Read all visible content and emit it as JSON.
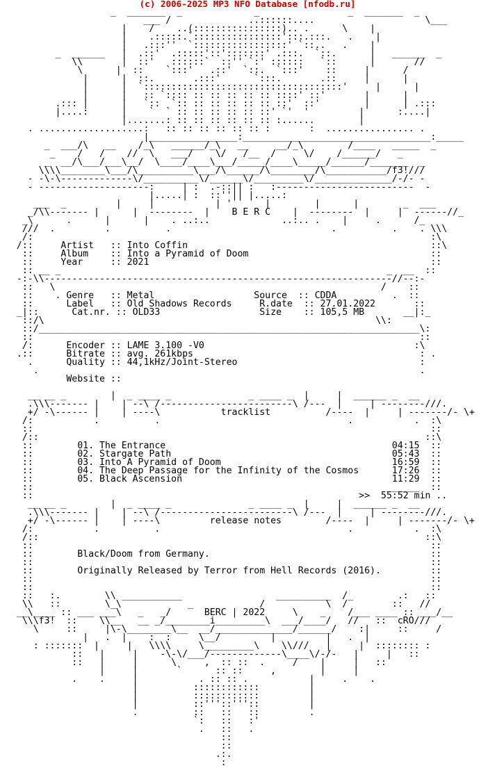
{
  "header": {
    "credit": "(c) 2006-2025 MP3 NFO Database [nfodb.ru]",
    "credit_color": "#cc0000"
  },
  "nfo": {
    "text_color": "#000000",
    "background": "#ffffff",
    "lines": [
      "                   _  _______  _             _                _  _______  _",
      "                         ___ /              ..::::::....                    \\___",
      "                     |    /    ..(::::::::::::::::).. .      \\    |",
      "                     |    .:::::.`::::::::::::::::':::.:::.   .    |",
      "                     |   .:::''  `:::::::::::::::::' `::..   .    |",
      "         _  ______   |  .::'  .:::::'::':::::::' .:::.  `::.      |   ______  _",
      "            \\\\       |  ::'   ::::::`  ::'' `:' ::::::   `::      |       //",
      "             \\      |  ::    `:::'   .::'  `::.  `:::'    ::     |      /",
      "              |      |  ::.       .:::'      `:::.       .::     |      |",
      "              |      |  `::::::::::::::::::::::::::::::::::::'     |      |",
      "              |      |   :: `:::: :: :: :: :: :: ::::' ::'       |      |",
      "         .::: |      |   `::  `:: :: :: :: :: :: ::'  ::'        |      | .:::",
      "         |....:      |    `  ` :: :: :: :: :: ::' `'  '         |      :....|",
      "                     |.......: :: :: :: :: :: :: :......        |",
      "    . ...................:   :: :: :: :: :: :: :       :  ................ .",
      "                         |________________:__________________________________:_____",
      "       _  ___/\\   __    /_\\   ______/_\\   __     __/_\\        /____   _____  _",
      "        _    /   /    //  \\   ___/    \\/   /__  /     \\/    /______/   _",
      "       _  __/\\___/___\\__/  \\____/____\\___/_____/____\\_____/______/_______  _",
      "      \\\\\\\\________\\___/\\__________\\___/\\______/\\________/\\___________/f3!///",
      "    - -\\-\\-------------\\/__________\\/______\\/_________\\/______________/-/- -",
      "    - --------------------:     | :  .-::|| :   :-------------------------  -",
      "                          |.....| :  ::''|| |.....:",
      "     ___  _         |     |           | '      |        |      |        _  ___",
      "    _/\\\\------- |      |  --------  |    B E R C    |  --------  |     |  ------//_",
      "   _\\      .      |      |    . ..:..             ..:.. .    |     .      /_",
      "   ///  .         .          .                             .          .    . \\\\\\",
      "   /:                                                                        :\\",
      "  /::     Artist   :: Into Coffin                                            ::\\",
      "   ::     Album    :: Into a Pyramid of Doom                                 ::",
      "   ::     Year     :: 2021                                                   ::",
      "   :: __ _                                                           _  __  ::",
      "  -:-\\\\---------------------------------------------------------------//--:-",
      "   ::   \\                                                           /    ::",
      "   ::    . Genre   :: Metal                  Source  :: CDDA          .  ::",
      "   ::      Label   :: Old Shadows Records     R.date  :: 27.01.2022       ::",
      "  _|::      Cat.nr. :: OLD33                  Size    :: 105,5 MB       __|:_",
      "   ::/\\                                                            \\\\:",
      "   ::/_____________________________________________________________________\\:",
      "   ::                                                                      ::",
      "   /:      Encoder :: LAME 3.100 -V0                                      :\\",
      "  .::      Bitrate :: avg. 261kbps                                         : .",
      "    .      Quality :: 44,1kHz/Joint-Stereo                                 :",
      "     .                                                                     .",
      "           Website ::",
      "",
      "    __ __ _        |  _ ____ _              _ ____ _  |     |  ______ _  __",
      "    .\\\\\\------- |    | --\\ /------------------------\\ /---  |     | --------///.",
      "    +/ -\\------ |    | ----\\           tracklist          /----  |     | -------/- \\+",
      "   /:           .          .                                  .           .  :\\",
      "   ::                                                                        ::",
      "   /::                                                                      ::\\",
      "   ::        01. The Entrance                                         04:15  ::",
      "   ::        02. Stargate Path                                        05:43  ::",
      "   ::        03. Into A Pyramid of Doom                               16:59  ::",
      "   ::        04. The Deep Passage for the Infinity of the Cosmos      17:26  ::",
      "   ::        05. Black Ascension                                      11:29  ::",
      "   ::                                                                ______  ::",
      "   ::                                                           >>  55:52 min ..",
      "    __ __ _        |  _ ____ _              _ ____ _  |     |  ______ _  __",
      "    .\\\\\\------- |    | --\\ /------------------------\\ /---  |     | --------///.",
      "    +/ -\\------ |    | ----\\         release notes        /----  |     | -------/- \\+",
      "   /:           .          .                                  .           .  :\\",
      "   /::                                                                      ::\\",
      "   ::                                                                        ::",
      "   ::        Black/Doom from Germany.                                        ::",
      "   ::                                                                        ::",
      "   ::        Originally Released by Terror from Hell Records (2016).         ::",
      "   ::                                                                        ::",
      "   ::                                                                        ::",
      "   ::   :.        \\\\ ___________                 __________  /_        .:   ::",
      "   \\\\   ::        \\_\\            _            /           \\  /        ::   //",
      "  __\\____ :: ___ ___\\   _   _/      BERC | 2022     \\    _    /___ ____ :: ___/__",
      "   \\\\\\f3!  ::    \\\\__   __ _/________i_________\\  ___/____/   //   ::  cRO///",
      "     \\     ::     |\\-\\________\\__  __/______________/______/    :|     ::     /",
      "              |   .  |    :  :     \\__/         |         |   .  |",
      "     : :::::::  |     |   \\\\\\\\     \\_________\\    \\\\///   |     |  :::::::: :",
      "            ::   |     |    -\\-\\/___/-------------\\____\\/-/-   |     |   ::",
      "            ::   |     |      \\     ,  :: ::  .     /    |     |   ::",
      "                 |     |       `      :: ::     ,        |     |",
      "            .    .     |           . :: :: .           |     .    .",
      "                       |          ::::::::::::         |",
      "                       |          ::::::::::::         |",
      "                       |          ::'''::'''::         |",
      "                       .          ::   ::   ::         .",
      "                                  `:   ::   :'",
      "                                   .   ::   .",
      "                                       ::",
      "                                       ::",
      "                                      .:.",
      "                                       :"
    ]
  }
}
